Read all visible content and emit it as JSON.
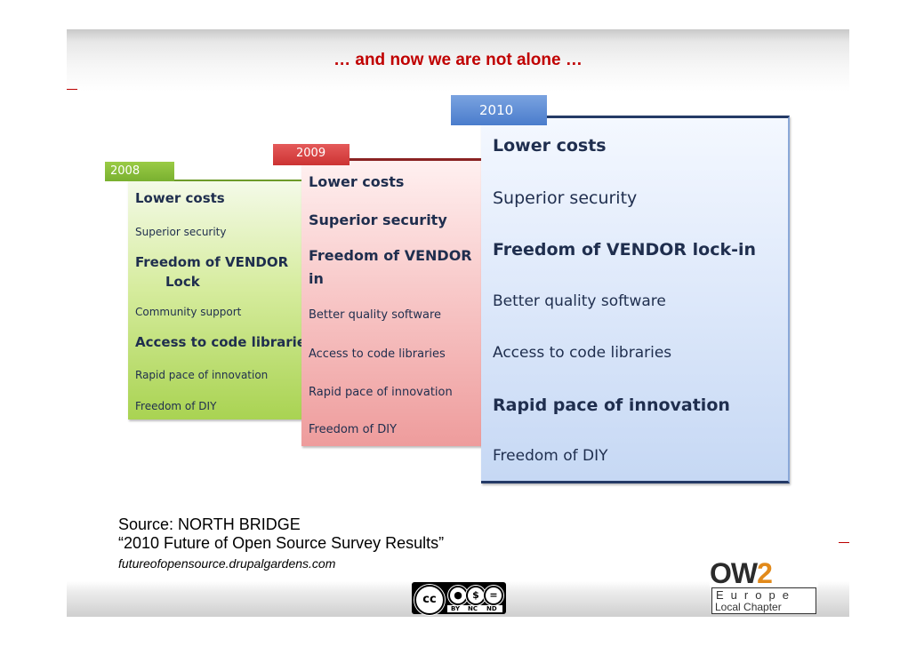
{
  "slide": {
    "title": "… and now we are not alone …"
  },
  "years": {
    "y2008": {
      "label": "2008",
      "items": [
        {
          "text": "Lower costs",
          "emphasis": "strong"
        },
        {
          "text": "Superior security",
          "emphasis": "normal"
        },
        {
          "text": "Freedom of VENDOR",
          "emphasis": "strong"
        },
        {
          "text": "Lock",
          "emphasis": "strong"
        },
        {
          "text": "Community support",
          "emphasis": "normal"
        },
        {
          "text": "Access to code libraries",
          "emphasis": "strong"
        },
        {
          "text": "Rapid pace of innovation",
          "emphasis": "normal"
        },
        {
          "text": "Freedom of DIY",
          "emphasis": "normal"
        }
      ]
    },
    "y2009": {
      "label": "2009",
      "items": [
        {
          "text": "Lower costs",
          "emphasis": "strong"
        },
        {
          "text": "Superior security",
          "emphasis": "strong"
        },
        {
          "text": "Freedom of VENDOR",
          "emphasis": "strong"
        },
        {
          "text": "in",
          "emphasis": "strong"
        },
        {
          "text": "Better quality software",
          "emphasis": "normal"
        },
        {
          "text": "Access to code libraries",
          "emphasis": "normal"
        },
        {
          "text": "Rapid pace of innovation",
          "emphasis": "normal"
        },
        {
          "text": "Freedom of DIY",
          "emphasis": "normal"
        }
      ]
    },
    "y2010": {
      "label": "2010",
      "items": [
        {
          "text": "Lower costs",
          "emphasis": "strong"
        },
        {
          "text": "Superior security",
          "emphasis": "normal"
        },
        {
          "text": "Freedom of VENDOR lock-in",
          "emphasis": "strong"
        },
        {
          "text": "Better quality software",
          "emphasis": "normal"
        },
        {
          "text": "Access to code libraries",
          "emphasis": "normal"
        },
        {
          "text": "Rapid pace of innovation",
          "emphasis": "strong"
        },
        {
          "text": "Freedom of DIY",
          "emphasis": "normal"
        }
      ]
    }
  },
  "source": {
    "line1": "Source: NORTH BRIDGE",
    "line2": "“2010 Future of Open Source Survey Results”",
    "url": "futureofopensource.drupalgardens.com"
  },
  "license": {
    "badge": "cc",
    "by": "BY",
    "nc": "NC",
    "nd": "ND"
  },
  "logo": {
    "ow": "OW",
    "two": "2",
    "europe": "Europe",
    "chapter": "Local Chapter"
  },
  "colors": {
    "title": "#c00000",
    "y2008": "#8dc03a",
    "y2009": "#d94444",
    "y2010": "#5a88d4",
    "text": "#1f2e4e"
  }
}
